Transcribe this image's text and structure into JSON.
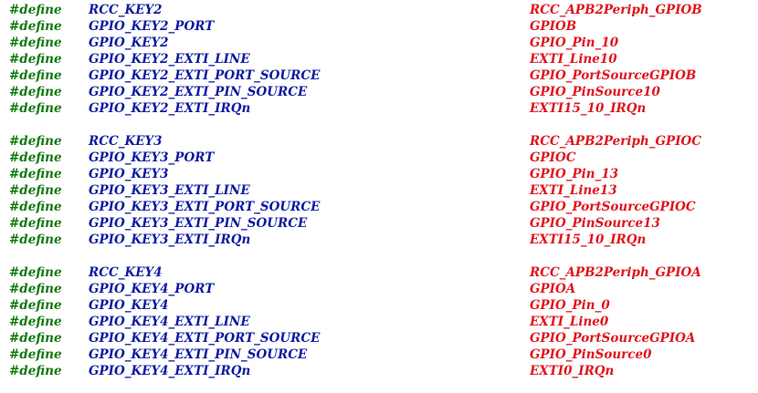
{
  "editor": {
    "keyword": "#define",
    "colors": {
      "keyword": "#0f7a0f",
      "identifier": "#0d1aa0",
      "value": "#e0141c",
      "background": "#ffffff"
    },
    "lines": [
      {
        "name": "RCC_KEY2",
        "value": "RCC_APB2Periph_GPIOB"
      },
      {
        "name": "GPIO_KEY2_PORT",
        "value": "GPIOB"
      },
      {
        "name": "GPIO_KEY2",
        "value": "GPIO_Pin_10"
      },
      {
        "name": "GPIO_KEY2_EXTI_LINE",
        "value": "EXTI_Line10"
      },
      {
        "name": "GPIO_KEY2_EXTI_PORT_SOURCE",
        "value": "GPIO_PortSourceGPIOB"
      },
      {
        "name": "GPIO_KEY2_EXTI_PIN_SOURCE",
        "value": "GPIO_PinSource10"
      },
      {
        "name": "GPIO_KEY2_EXTI_IRQn",
        "value": "EXTI15_10_IRQn"
      },
      {
        "name": "RCC_KEY3",
        "value": "RCC_APB2Periph_GPIOC"
      },
      {
        "name": "GPIO_KEY3_PORT",
        "value": "GPIOC"
      },
      {
        "name": "GPIO_KEY3",
        "value": "GPIO_Pin_13"
      },
      {
        "name": "GPIO_KEY3_EXTI_LINE",
        "value": "EXTI_Line13"
      },
      {
        "name": "GPIO_KEY3_EXTI_PORT_SOURCE",
        "value": "GPIO_PortSourceGPIOC"
      },
      {
        "name": "GPIO_KEY3_EXTI_PIN_SOURCE",
        "value": "GPIO_PinSource13"
      },
      {
        "name": "GPIO_KEY3_EXTI_IRQn",
        "value": "EXTI15_10_IRQn"
      },
      {
        "name": "RCC_KEY4",
        "value": "RCC_APB2Periph_GPIOA"
      },
      {
        "name": "GPIO_KEY4_PORT",
        "value": "GPIOA"
      },
      {
        "name": "GPIO_KEY4",
        "value": "GPIO_Pin_0"
      },
      {
        "name": "GPIO_KEY4_EXTI_LINE",
        "value": "EXTI_Line0"
      },
      {
        "name": "GPIO_KEY4_EXTI_PORT_SOURCE",
        "value": "GPIO_PortSourceGPIOA"
      },
      {
        "name": "GPIO_KEY4_EXTI_PIN_SOURCE",
        "value": "GPIO_PinSource0"
      },
      {
        "name": "GPIO_KEY4_EXTI_IRQn",
        "value": "EXTI0_IRQn"
      }
    ]
  }
}
